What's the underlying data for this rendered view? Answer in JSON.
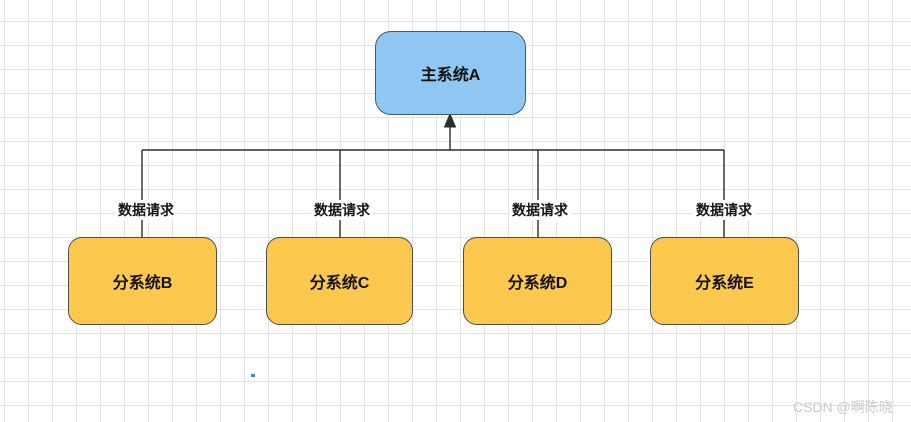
{
  "colors": {
    "grid": "#e3e3e3",
    "main_fill": "#8fc7f2",
    "main_stroke": "#3d5a77",
    "sub_fill": "#fcc94e",
    "sub_stroke": "#4d4d4d",
    "line": "#2d2d2d",
    "watermark": "#c9c9c9",
    "stray": "#4a86e8"
  },
  "diagram": {
    "main_node": {
      "label": "主系统A"
    },
    "sub_nodes": [
      {
        "label": "分系统B"
      },
      {
        "label": "分系统C"
      },
      {
        "label": "分系统D"
      },
      {
        "label": "分系统E"
      }
    ],
    "edges": [
      {
        "label": "数据请求"
      },
      {
        "label": "数据请求"
      },
      {
        "label": "数据请求"
      },
      {
        "label": "数据请求"
      }
    ]
  },
  "watermark": {
    "text": "CSDN @啊陈晓"
  }
}
